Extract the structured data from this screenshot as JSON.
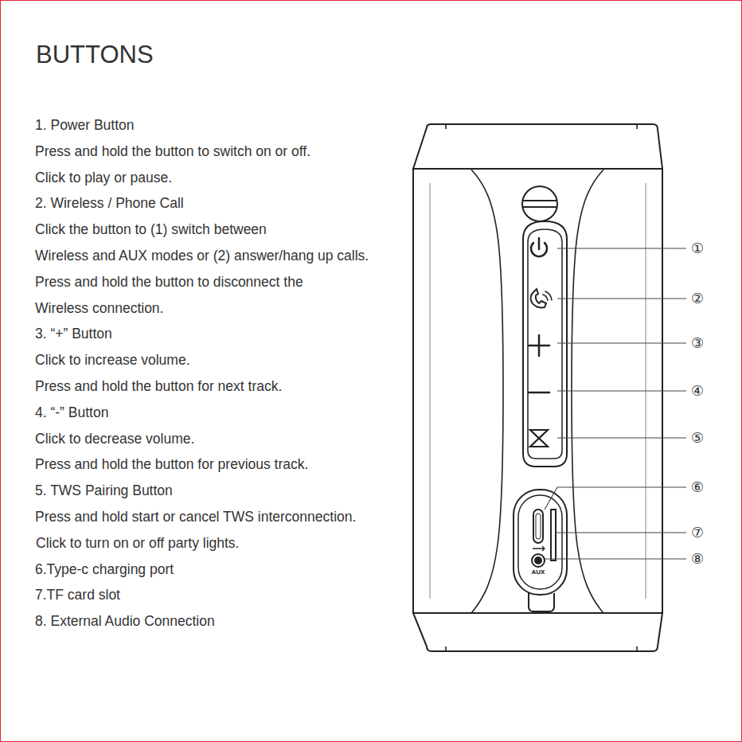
{
  "diagram": {
    "title": "BUTTONS",
    "labels": [
      "1. Power Button",
      "Press and hold the button to switch on or off.",
      "Click to play or pause.",
      "2. Wireless / Phone Call",
      "Click the button to (1) switch between",
      "Wireless and AUX modes or (2) answer/hang up calls.",
      "Press and hold the button to disconnect the",
      "Wireless connection.",
      "3. “+” Button",
      "Click to increase volume.",
      "Press and hold the button for next track.",
      "4. “-” Button",
      "Click to decrease volume.",
      "Press and hold the button for previous track.",
      "5. TWS Pairing Button",
      "Press and hold start or cancel TWS interconnection.",
      "Click to turn on or off party lights.",
      "6.Type-c charging port",
      "7.TF card slot",
      "8. External Audio Connection",
      "①",
      "②",
      "③",
      "④",
      "⑤",
      "⑥",
      "⑦",
      "⑧",
      "AUX"
    ]
  }
}
